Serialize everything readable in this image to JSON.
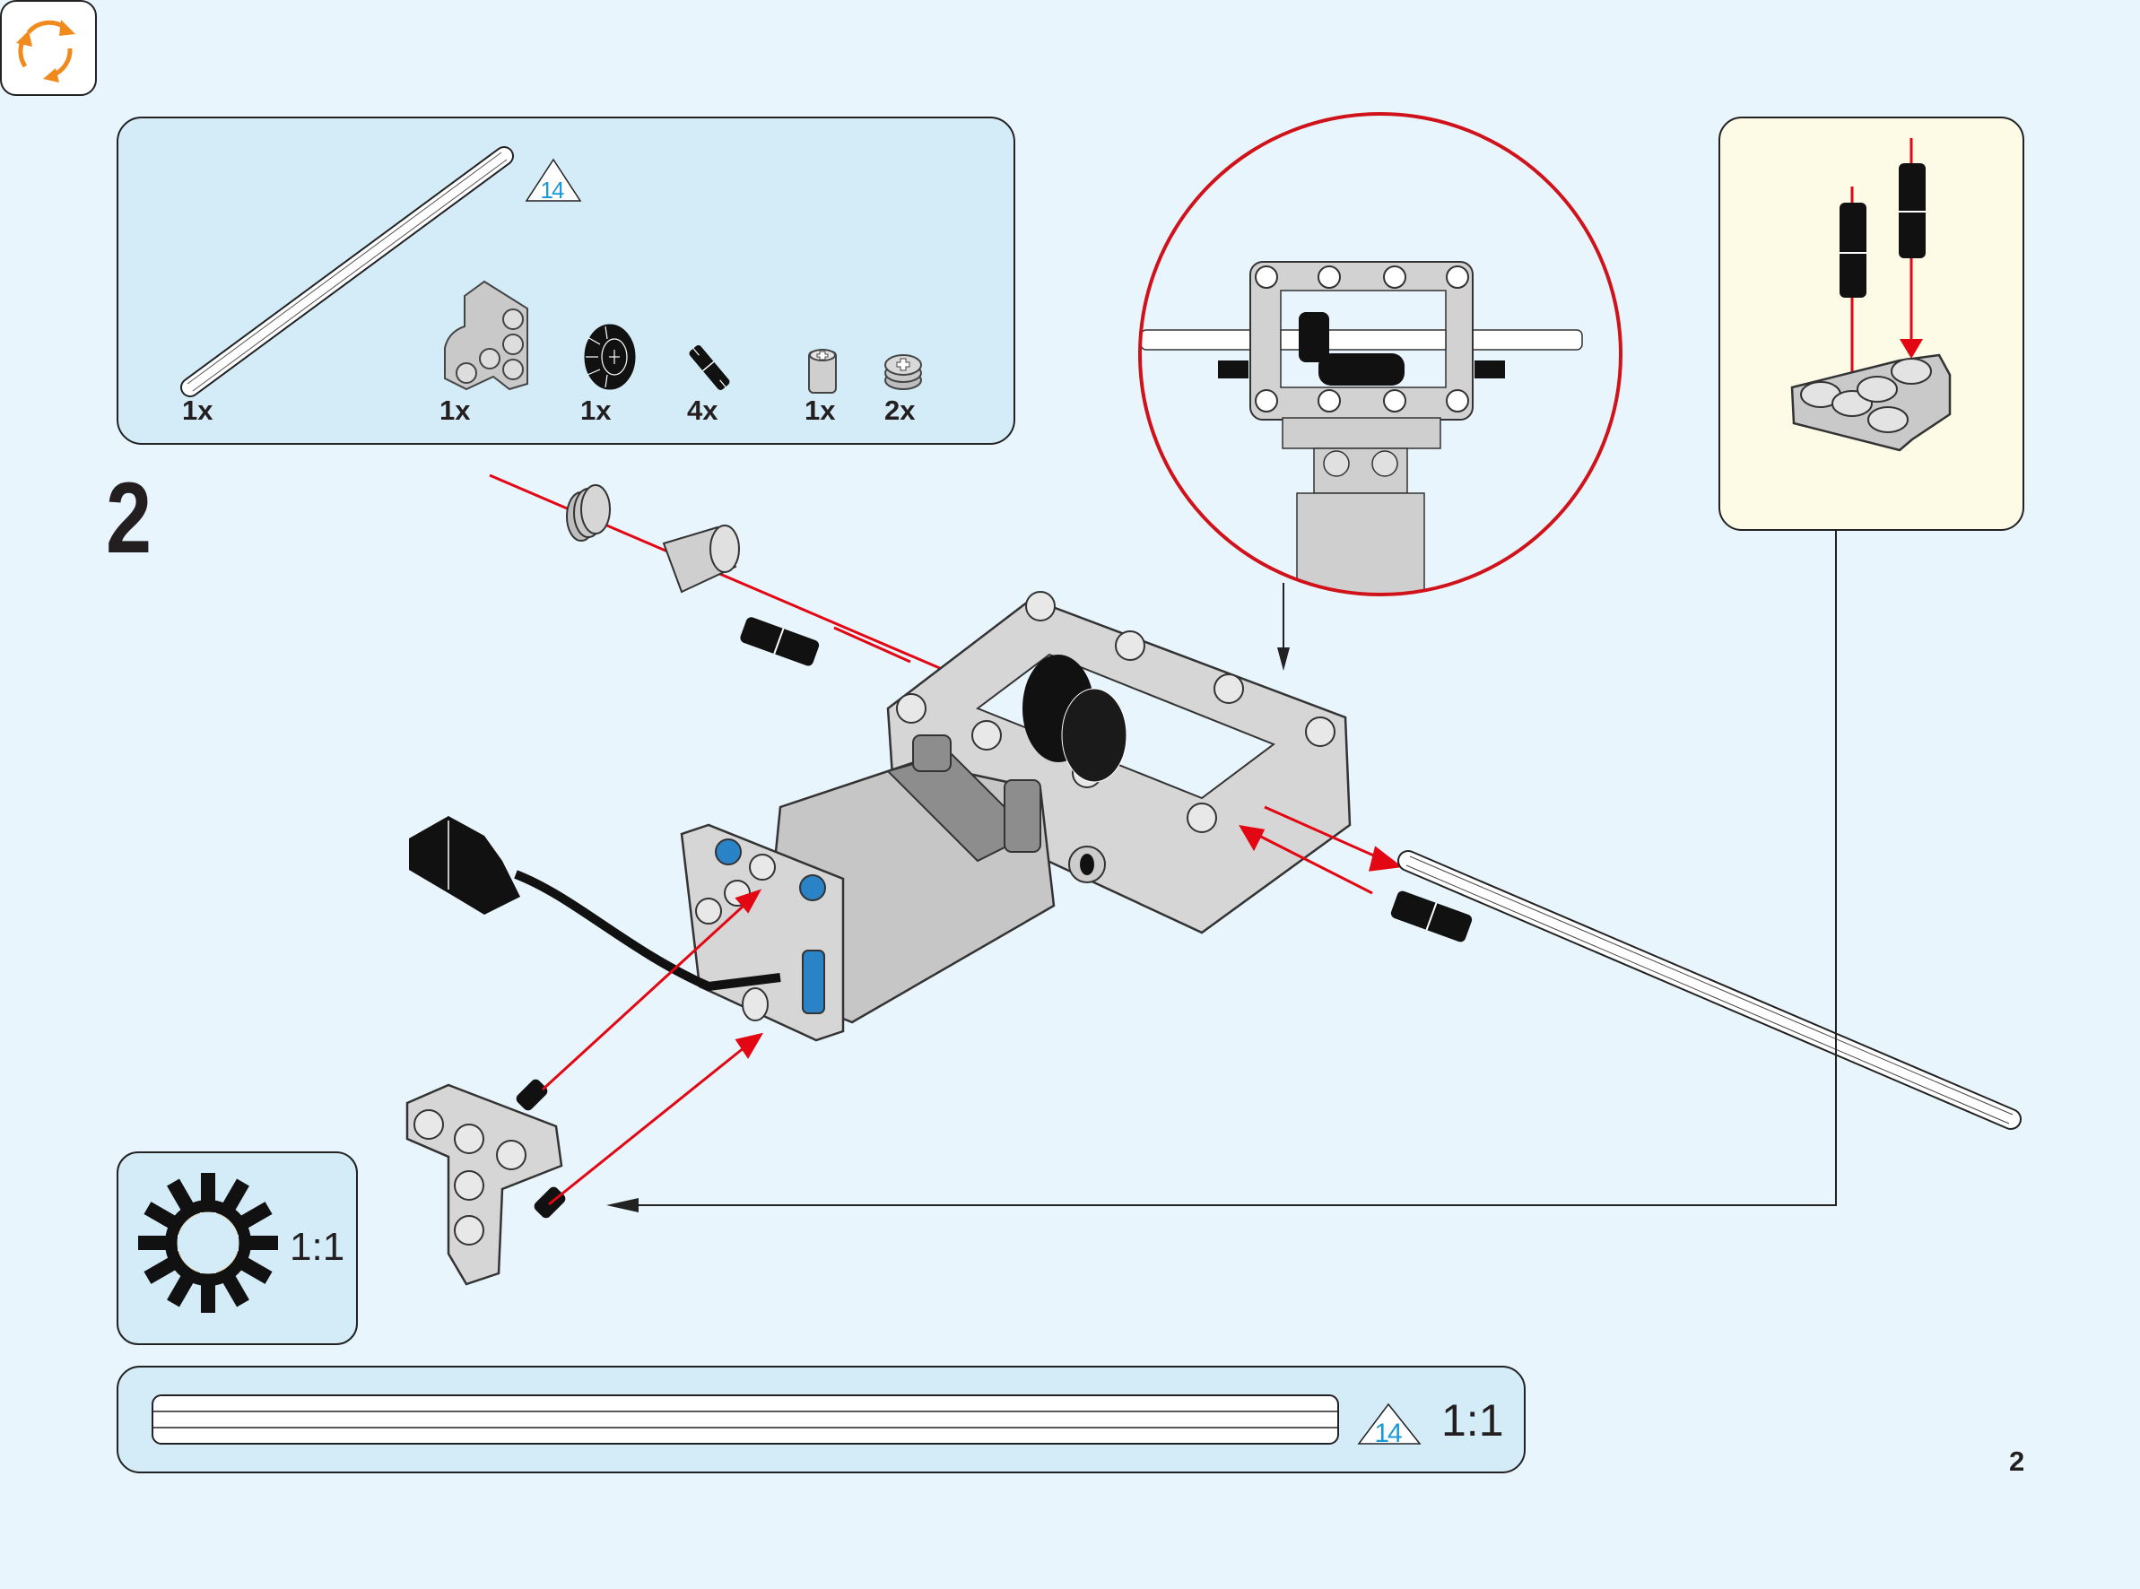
{
  "page": {
    "step_number": "2",
    "page_number": "2",
    "background_color": "#e9f5fc",
    "panel_color": "#d4ecf8",
    "subassembly_color": "#fdfbe6",
    "arrow_color": "#e30613",
    "callout_circle_color": "#d0121b"
  },
  "parts_list": {
    "items": [
      {
        "part": "axle",
        "length": "14",
        "quantity": "1x",
        "color": "white"
      },
      {
        "part": "bent-liftarm-3x3",
        "quantity": "1x",
        "color": "light-grey"
      },
      {
        "part": "gear-16-tooth",
        "quantity": "1x",
        "color": "black"
      },
      {
        "part": "friction-pin",
        "quantity": "4x",
        "color": "black"
      },
      {
        "part": "axle-connector",
        "quantity": "1x",
        "color": "light-grey"
      },
      {
        "part": "bush",
        "quantity": "2x",
        "color": "light-grey"
      }
    ]
  },
  "axle_length_badge": "14",
  "rotate_icon": "rotate-model-icon",
  "gear_ratio_box": {
    "icon": "gear-12-tooth-icon",
    "ratio": "1:1"
  },
  "axle_ruler": {
    "length": "14",
    "ratio": "1:1"
  },
  "subassembly": {
    "description": "2 friction pins into T-liftarm"
  },
  "callout": {
    "description": "front view of frame with gears and axle"
  }
}
